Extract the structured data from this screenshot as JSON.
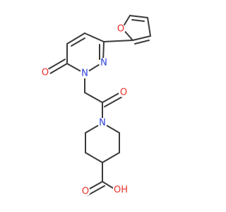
{
  "molecule": {
    "atom_labels": {
      "furan_oxygen": "O",
      "pyridazinone_n2": "N",
      "pyridazinone_n1": "N",
      "ring_carbonyl_oxygen": "O",
      "amide_oxygen": "O",
      "piperidine_nitrogen": "N",
      "carboxyl_oxygen": "O",
      "hydroxyl": "OH"
    },
    "colors": {
      "bond": "#3a3a3a",
      "oxygen": "#e8312a",
      "nitrogen": "#2a3fd6"
    }
  }
}
